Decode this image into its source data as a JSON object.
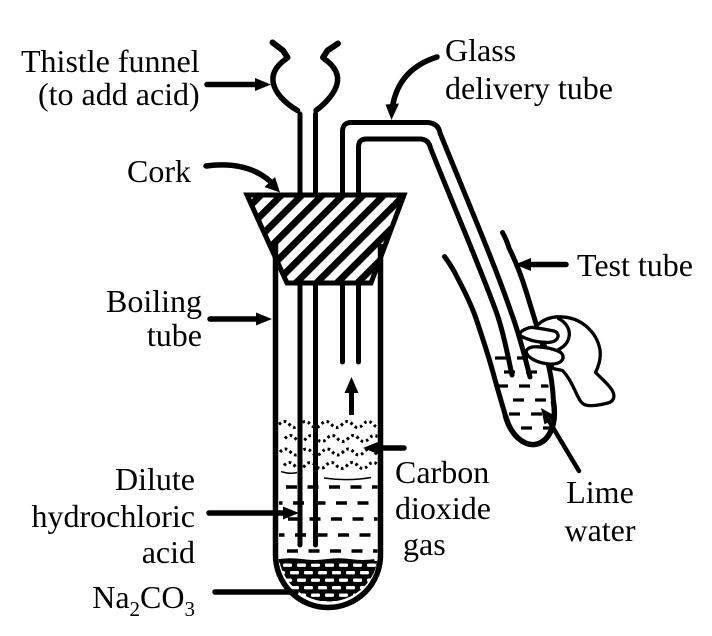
{
  "title": "Laboratory preparation of carbon dioxide gas - labelled apparatus diagram",
  "colors": {
    "ink": "#000000",
    "background": "#ffffff"
  },
  "labels": {
    "thistle_funnel": {
      "line1": "Thistle funnel",
      "line2": "(to add acid)"
    },
    "glass_delivery_tube": {
      "line1": "Glass",
      "line2": "delivery tube"
    },
    "cork": {
      "line1": "Cork"
    },
    "boiling_tube": {
      "line1": "Boiling",
      "line2": "tube"
    },
    "dilute_hydrochloric_acid": {
      "line1": "Dilute",
      "line2": "hydrochloric",
      "line3": "acid"
    },
    "na2co3": {
      "part1": "Na",
      "sub1": "2",
      "part2": "CO",
      "sub2": "3"
    },
    "carbon_dioxide_gas": {
      "line1": "Carbon",
      "line2": "dioxide",
      "line3": "gas"
    },
    "test_tube": {
      "line1": "Test tube"
    },
    "lime_water": {
      "line1": "Lime",
      "line2": "water"
    }
  }
}
